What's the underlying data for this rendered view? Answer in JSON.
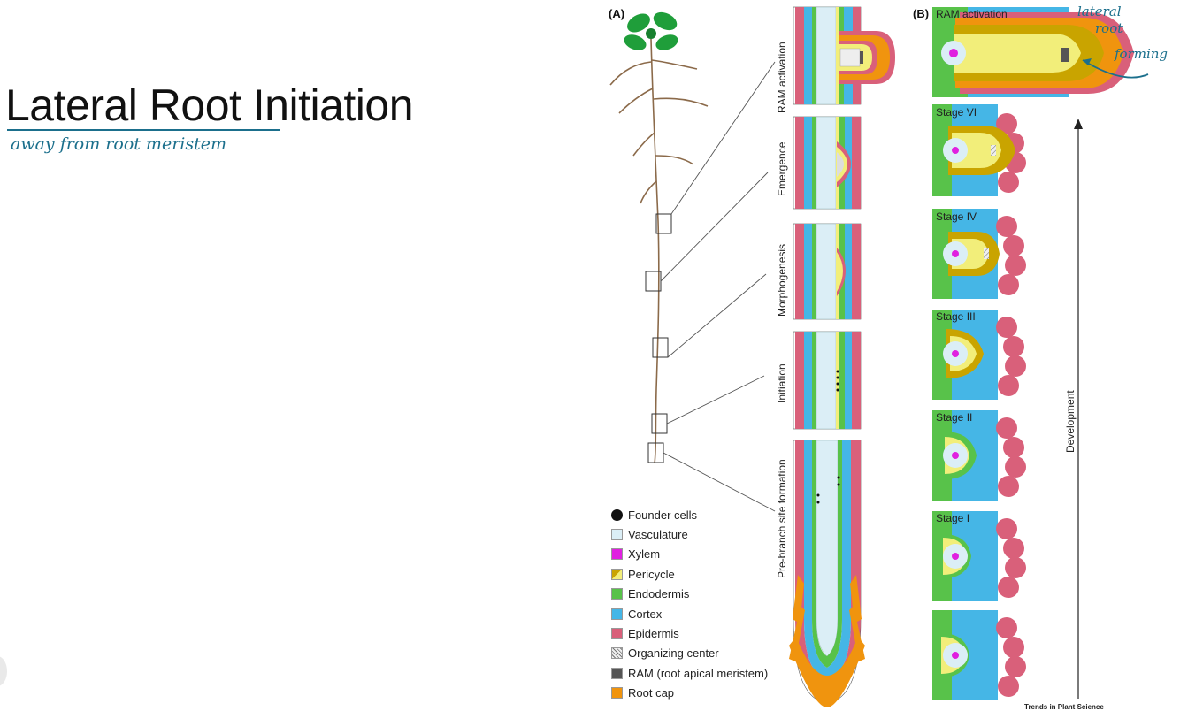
{
  "slide": {
    "title": "Lateral Root Initiation",
    "handwritten_subtitle": "away from root meristem",
    "annotation": "lateral root forming"
  },
  "figure": {
    "panel_a_label": "(A)",
    "panel_b_label": "(B)",
    "panel_a_stages": [
      "RAM activation",
      "Emergence",
      "Morphogenesis",
      "Initiation",
      "Pre-branch site formation"
    ],
    "panel_b_stages": [
      "RAM activation",
      "Stage VI",
      "Stage IV",
      "Stage III",
      "Stage II",
      "Stage I",
      ""
    ],
    "development_label": "Development",
    "credit": "Trends in Plant Science"
  },
  "legend": [
    {
      "label": "Founder cells",
      "color": "#111111",
      "shape": "dot"
    },
    {
      "label": "Vasculature",
      "color": "#dbeef6",
      "shape": "square"
    },
    {
      "label": "Xylem",
      "color": "#e020e0",
      "shape": "square"
    },
    {
      "label": "Pericycle",
      "color": "#f2ee7a",
      "shape": "split",
      "color2": "#c9a400"
    },
    {
      "label": "Endodermis",
      "color": "#58c24a",
      "shape": "square"
    },
    {
      "label": "Cortex",
      "color": "#45b6e6",
      "shape": "square"
    },
    {
      "label": "Epidermis",
      "color": "#d9607a",
      "shape": "square"
    },
    {
      "label": "Organizing center",
      "color": "#cccccc",
      "shape": "hatched"
    },
    {
      "label": "RAM (root apical meristem)",
      "color": "#555555",
      "shape": "square"
    },
    {
      "label": "Root cap",
      "color": "#f0940e",
      "shape": "square"
    }
  ],
  "colors": {
    "ink": "#1b6f8c",
    "root": "#8b6a4a",
    "leaf": "#1f9e3a"
  }
}
